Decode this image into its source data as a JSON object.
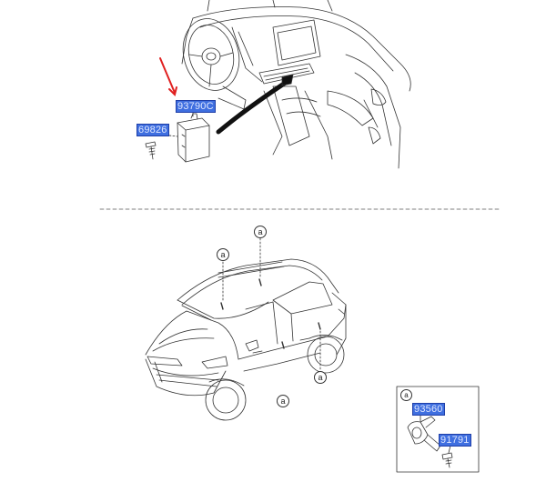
{
  "labels": {
    "part_1": "93790C",
    "part_2": "69826",
    "part_3": "93560",
    "part_4": "91791"
  },
  "callouts": {
    "symbol": "a"
  },
  "colors": {
    "label_fill": "#3f6fe0",
    "label_border": "#1f3fa8",
    "arrow": "#e02020",
    "line": "#333333"
  }
}
